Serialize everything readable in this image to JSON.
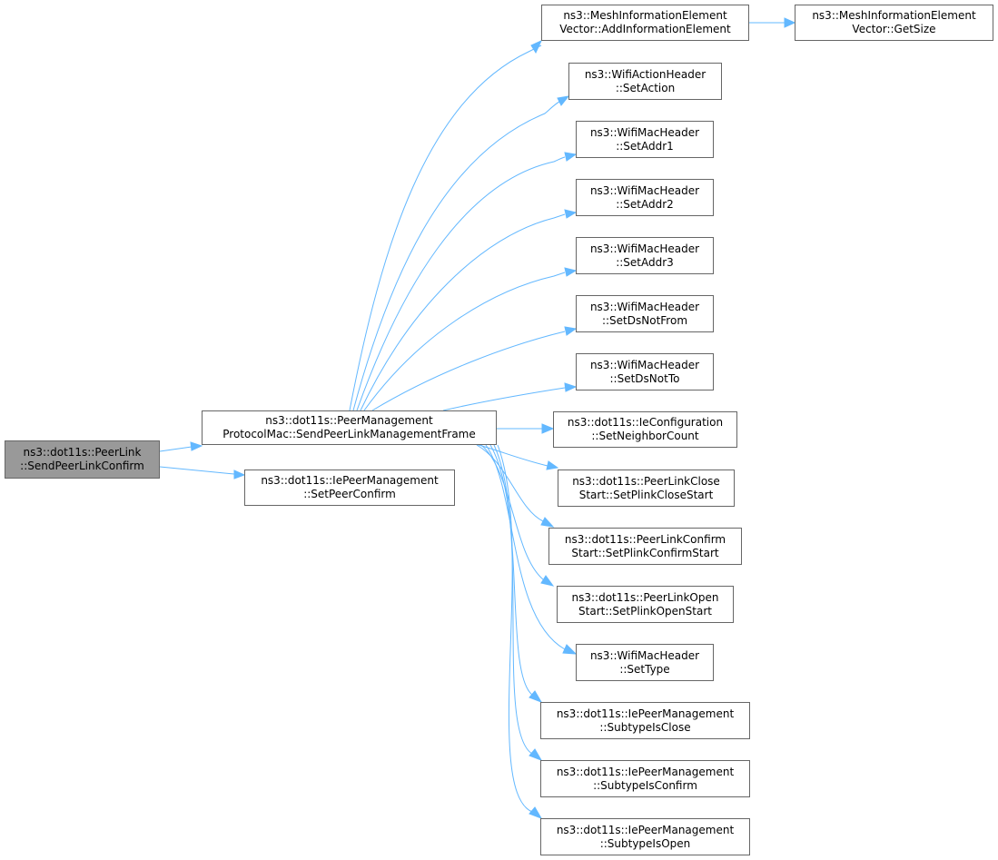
{
  "colors": {
    "edge": "#63b8ff",
    "node_border": "#666666",
    "root_fill": "#999999",
    "node_fill": "#ffffff"
  },
  "nodes": {
    "send_peer_link_confirm": {
      "line1": "ns3::dot11s::PeerLink",
      "line2": "::SendPeerLinkConfirm"
    },
    "send_peer_link_management_frame": {
      "line1": "ns3::dot11s::PeerManagement",
      "line2": "ProtocolMac::SendPeerLinkManagementFrame"
    },
    "set_peer_confirm": {
      "line1": "ns3::dot11s::IePeerManagement",
      "line2": "::SetPeerConfirm"
    },
    "add_information_element": {
      "line1": "ns3::MeshInformationElement",
      "line2": "Vector::AddInformationElement"
    },
    "get_size": {
      "line1": "ns3::MeshInformationElement",
      "line2": "Vector::GetSize"
    },
    "set_action": {
      "line1": "ns3::WifiActionHeader",
      "line2": "::SetAction"
    },
    "set_addr1": {
      "line1": "ns3::WifiMacHeader",
      "line2": "::SetAddr1"
    },
    "set_addr2": {
      "line1": "ns3::WifiMacHeader",
      "line2": "::SetAddr2"
    },
    "set_addr3": {
      "line1": "ns3::WifiMacHeader",
      "line2": "::SetAddr3"
    },
    "set_ds_not_from": {
      "line1": "ns3::WifiMacHeader",
      "line2": "::SetDsNotFrom"
    },
    "set_ds_not_to": {
      "line1": "ns3::WifiMacHeader",
      "line2": "::SetDsNotTo"
    },
    "set_neighbor_count": {
      "line1": "ns3::dot11s::IeConfiguration",
      "line2": "::SetNeighborCount"
    },
    "set_plink_close_start": {
      "line1": "ns3::dot11s::PeerLinkClose",
      "line2": "Start::SetPlinkCloseStart"
    },
    "set_plink_confirm_start": {
      "line1": "ns3::dot11s::PeerLinkConfirm",
      "line2": "Start::SetPlinkConfirmStart"
    },
    "set_plink_open_start": {
      "line1": "ns3::dot11s::PeerLinkOpen",
      "line2": "Start::SetPlinkOpenStart"
    },
    "set_type": {
      "line1": "ns3::WifiMacHeader",
      "line2": "::SetType"
    },
    "subtype_is_close": {
      "line1": "ns3::dot11s::IePeerManagement",
      "line2": "::SubtypeIsClose"
    },
    "subtype_is_confirm": {
      "line1": "ns3::dot11s::IePeerManagement",
      "line2": "::SubtypeIsConfirm"
    },
    "subtype_is_open": {
      "line1": "ns3::dot11s::IePeerManagement",
      "line2": "::SubtypeIsOpen"
    }
  }
}
